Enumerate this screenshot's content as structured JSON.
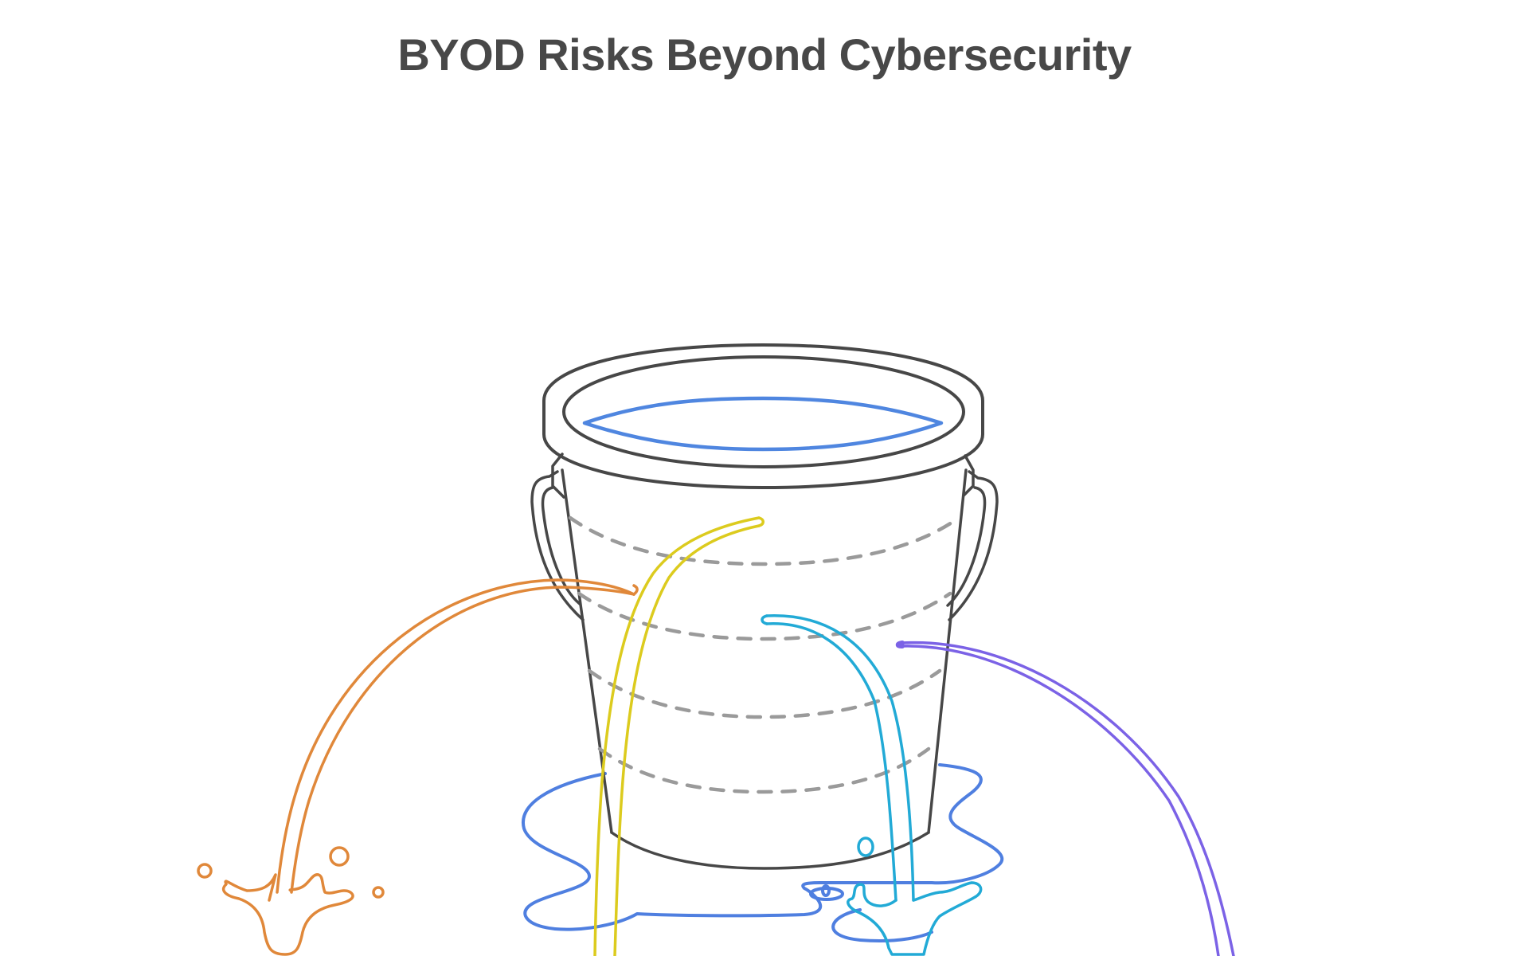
{
  "title": "BYOD Risks Beyond Cybersecurity",
  "illustration": {
    "subject": "leaking bucket",
    "elements": [
      {
        "name": "bucket",
        "color": "#474747"
      },
      {
        "name": "water-surface",
        "color": "#4f86e0"
      },
      {
        "name": "puddle",
        "color": "#4f7fe0"
      },
      {
        "name": "dashed-level-lines",
        "count": 4,
        "color": "#9a9a9a"
      },
      {
        "name": "leak-stream-orange",
        "color": "#e0883a"
      },
      {
        "name": "leak-stream-yellow",
        "color": "#dccb1e"
      },
      {
        "name": "leak-stream-teal",
        "color": "#22aad6"
      },
      {
        "name": "leak-stream-purple",
        "color": "#7b62e6"
      }
    ]
  },
  "colors": {
    "title": "#484848",
    "outline": "#474747",
    "dash": "#9a9a9a",
    "water": "#4f86e0",
    "orange": "#e0883a",
    "yellow": "#dccb1e",
    "teal": "#22aad6",
    "purple": "#7b62e6"
  }
}
